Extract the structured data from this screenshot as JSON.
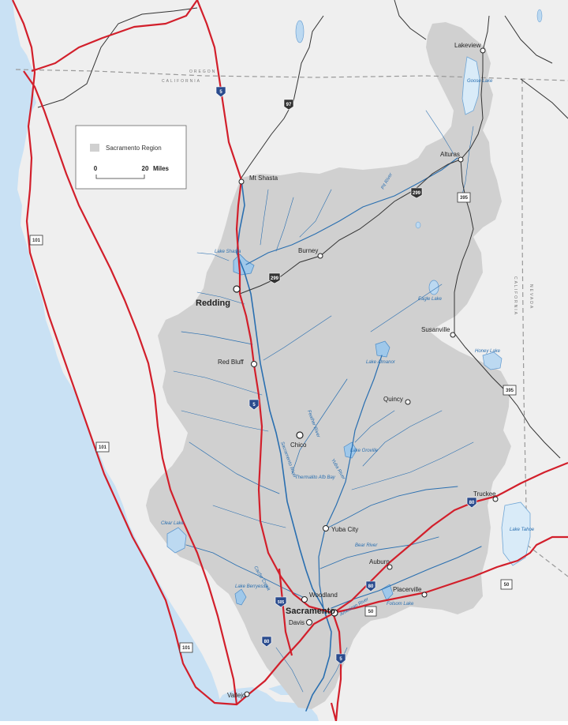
{
  "legend": {
    "region_label": "Sacramento Region",
    "scale_start": "0",
    "scale_end": "20",
    "scale_unit": "Miles"
  },
  "colors": {
    "land": "#efefef",
    "ocean": "#c9e1f4",
    "region": "#d0d0d0",
    "highway": "#d21f2b",
    "road": "#333333",
    "water": "#2a6fb0"
  },
  "borders": {
    "oregon": "OREGON",
    "california_north": "CALIFORNIA",
    "california_east": "CALIFORNIA",
    "nevada": "NEVADA"
  },
  "cities": [
    {
      "id": "lakeview",
      "name": "Lakeview"
    },
    {
      "id": "alturas",
      "name": "Alturas"
    },
    {
      "id": "mt-shasta",
      "name": "Mt Shasta"
    },
    {
      "id": "burney",
      "name": "Burney"
    },
    {
      "id": "redding",
      "name": "Redding"
    },
    {
      "id": "susanville",
      "name": "Susanville"
    },
    {
      "id": "red-bluff",
      "name": "Red Bluff"
    },
    {
      "id": "quincy",
      "name": "Quincy"
    },
    {
      "id": "chico",
      "name": "Chico"
    },
    {
      "id": "truckee",
      "name": "Truckee"
    },
    {
      "id": "yuba-city",
      "name": "Yuba City"
    },
    {
      "id": "auburn",
      "name": "Auburn"
    },
    {
      "id": "woodland",
      "name": "Woodland"
    },
    {
      "id": "placerville",
      "name": "Placerville"
    },
    {
      "id": "sacramento",
      "name": "Sacramento"
    },
    {
      "id": "davis",
      "name": "Davis"
    },
    {
      "id": "vallejo",
      "name": "Vallejo"
    }
  ],
  "water_labels": {
    "goose_lake": "Goose Lake",
    "lake_shasta": "Lake Shasta",
    "eagle_lake": "Eagle Lake",
    "honey_lake": "Honey Lake",
    "lake_almanor": "Lake Almanor",
    "lake_oroville": "Lake Oroville",
    "thermalito": "Thermalito Afb Bay",
    "clear_lake": "Clear Lake",
    "lake_tahoe": "Lake Tahoe",
    "lake_berryessa": "Lake Berryessa",
    "folsom_lake": "Folsom Lake",
    "pit_river": "Pit River",
    "sacramento_river": "Sacramento River",
    "feather_river": "Feather River",
    "bear_river": "Bear River",
    "american_river": "American River",
    "cache_creek": "Cache Creek",
    "yuba_river": "Yuba River"
  },
  "shields": {
    "i5_north": "5",
    "i5_mid": "5",
    "i5_south": "5",
    "us97": "97",
    "us299": "299",
    "us299_east": "299",
    "us395_north": "395",
    "us395_south": "395",
    "us101_north": "101",
    "us101_mid": "101",
    "us101_south": "101",
    "i80_east": "80",
    "i80_west": "80",
    "i80_bay": "80",
    "us50": "50",
    "us50_east": "50",
    "i505": "505"
  }
}
